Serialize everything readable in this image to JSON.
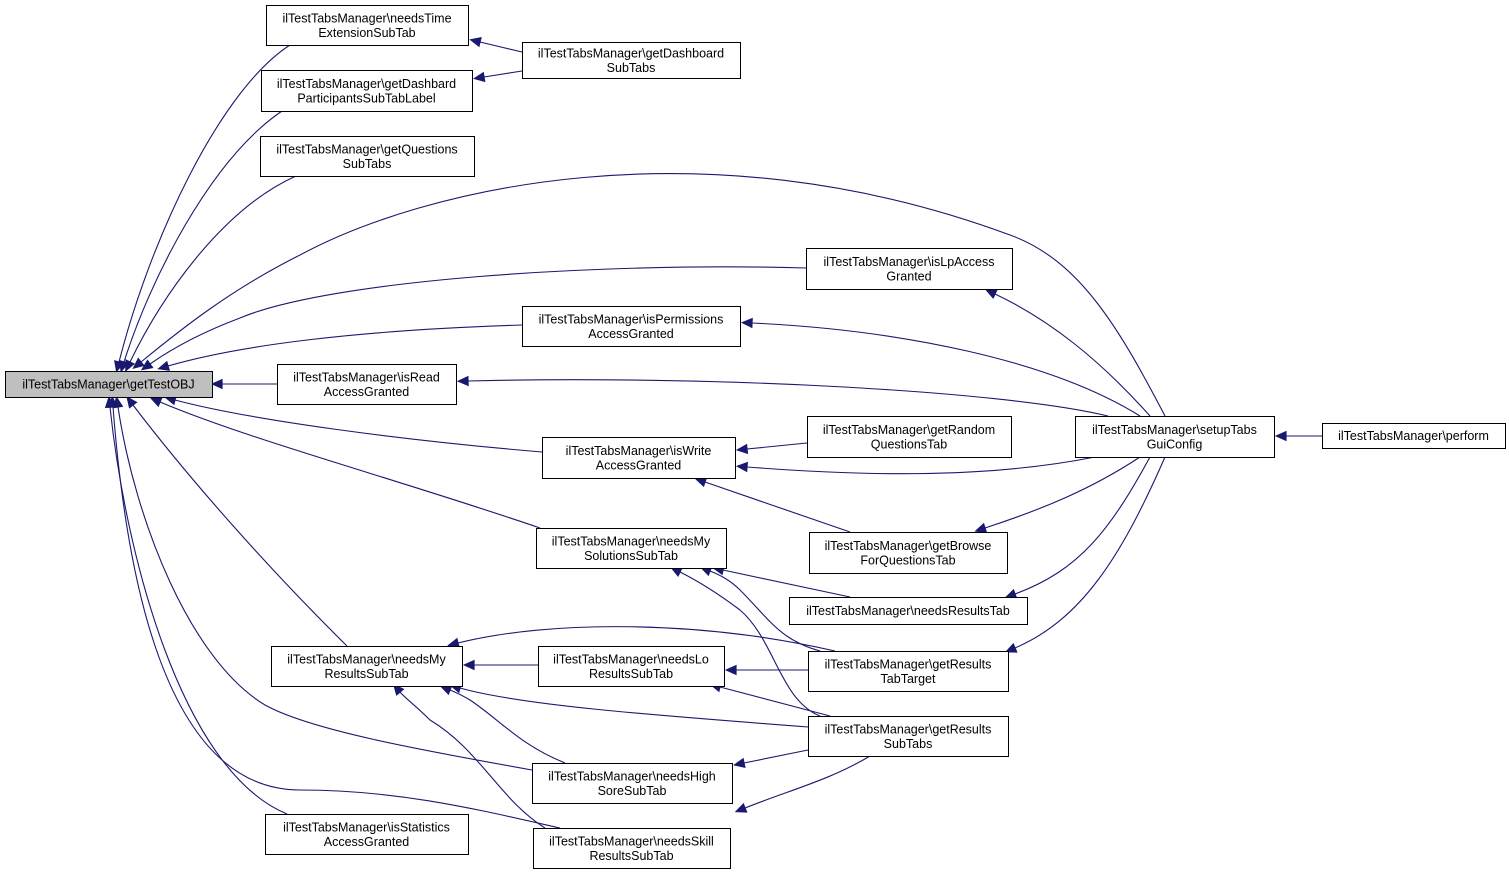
{
  "title": "ilTestTabsManager::getTestOBJ caller graph",
  "colors": {
    "edge": "#191970",
    "root_fill": "#bfbfbf",
    "node_fill": "#ffffff",
    "node_border": "#000000"
  },
  "nodes": [
    {
      "id": "getTestOBJ",
      "lines": [
        "ilTestTabsManager\\getTestOBJ"
      ],
      "root": true
    },
    {
      "id": "needsTimeExtensionSubTab",
      "lines": [
        "ilTestTabsManager\\needsTime",
        "ExtensionSubTab"
      ]
    },
    {
      "id": "getDashbardParticipantsSubTabLabel",
      "lines": [
        "ilTestTabsManager\\getDashbard",
        "ParticipantsSubTabLabel"
      ]
    },
    {
      "id": "getQuestionsSubTabs",
      "lines": [
        "ilTestTabsManager\\getQuestions",
        "SubTabs"
      ]
    },
    {
      "id": "getDashboardSubTabs",
      "lines": [
        "ilTestTabsManager\\getDashboard",
        "SubTabs"
      ]
    },
    {
      "id": "isLpAccessGranted",
      "lines": [
        "ilTestTabsManager\\isLpAccess",
        "Granted"
      ]
    },
    {
      "id": "isPermissionsAccessGranted",
      "lines": [
        "ilTestTabsManager\\isPermissions",
        "AccessGranted"
      ]
    },
    {
      "id": "isReadAccessGranted",
      "lines": [
        "ilTestTabsManager\\isRead",
        "AccessGranted"
      ]
    },
    {
      "id": "isWriteAccessGranted",
      "lines": [
        "ilTestTabsManager\\isWrite",
        "AccessGranted"
      ]
    },
    {
      "id": "getRandomQuestionsTab",
      "lines": [
        "ilTestTabsManager\\getRandom",
        "QuestionsTab"
      ]
    },
    {
      "id": "setupTabsGuiConfig",
      "lines": [
        "ilTestTabsManager\\setupTabs",
        "GuiConfig"
      ]
    },
    {
      "id": "perform",
      "lines": [
        "ilTestTabsManager\\perform"
      ]
    },
    {
      "id": "needsMySolutionsSubTab",
      "lines": [
        "ilTestTabsManager\\needsMy",
        "SolutionsSubTab"
      ]
    },
    {
      "id": "getBrowseForQuestionsTab",
      "lines": [
        "ilTestTabsManager\\getBrowse",
        "ForQuestionsTab"
      ]
    },
    {
      "id": "needsResultsTab",
      "lines": [
        "ilTestTabsManager\\needsResultsTab"
      ]
    },
    {
      "id": "needsMyResultsSubTab",
      "lines": [
        "ilTestTabsManager\\needsMy",
        "ResultsSubTab"
      ]
    },
    {
      "id": "needsLoResultsSubTab",
      "lines": [
        "ilTestTabsManager\\needsLo",
        "ResultsSubTab"
      ]
    },
    {
      "id": "getResultsTabTarget",
      "lines": [
        "ilTestTabsManager\\getResults",
        "TabTarget"
      ]
    },
    {
      "id": "getResultsSubTabs",
      "lines": [
        "ilTestTabsManager\\getResults",
        "SubTabs"
      ]
    },
    {
      "id": "needsHighSoreSubTab",
      "lines": [
        "ilTestTabsManager\\needsHigh",
        "SoreSubTab"
      ]
    },
    {
      "id": "isStatisticsAccessGranted",
      "lines": [
        "ilTestTabsManager\\isStatistics",
        "AccessGranted"
      ]
    },
    {
      "id": "needsSkillResultsSubTab",
      "lines": [
        "ilTestTabsManager\\needsSkill",
        "ResultsSubTab"
      ]
    }
  ],
  "edges": [
    {
      "from": "needsTimeExtensionSubTab",
      "to": "getTestOBJ"
    },
    {
      "from": "getDashbardParticipantsSubTabLabel",
      "to": "getTestOBJ"
    },
    {
      "from": "getQuestionsSubTabs",
      "to": "getTestOBJ"
    },
    {
      "from": "setupTabsGuiConfig",
      "to": "getTestOBJ"
    },
    {
      "from": "isLpAccessGranted",
      "to": "getTestOBJ"
    },
    {
      "from": "isPermissionsAccessGranted",
      "to": "getTestOBJ"
    },
    {
      "from": "isReadAccessGranted",
      "to": "getTestOBJ"
    },
    {
      "from": "isWriteAccessGranted",
      "to": "getTestOBJ"
    },
    {
      "from": "needsMySolutionsSubTab",
      "to": "getTestOBJ"
    },
    {
      "from": "needsMyResultsSubTab",
      "to": "getTestOBJ"
    },
    {
      "from": "needsHighSoreSubTab",
      "to": "getTestOBJ"
    },
    {
      "from": "needsSkillResultsSubTab",
      "to": "getTestOBJ"
    },
    {
      "from": "isStatisticsAccessGranted",
      "to": "getTestOBJ"
    },
    {
      "from": "getDashboardSubTabs",
      "to": "needsTimeExtensionSubTab"
    },
    {
      "from": "getDashboardSubTabs",
      "to": "getDashbardParticipantsSubTabLabel"
    },
    {
      "from": "setupTabsGuiConfig",
      "to": "isLpAccessGranted"
    },
    {
      "from": "setupTabsGuiConfig",
      "to": "isPermissionsAccessGranted"
    },
    {
      "from": "setupTabsGuiConfig",
      "to": "isReadAccessGranted"
    },
    {
      "from": "getRandomQuestionsTab",
      "to": "isWriteAccessGranted"
    },
    {
      "from": "setupTabsGuiConfig",
      "to": "isWriteAccessGranted"
    },
    {
      "from": "getBrowseForQuestionsTab",
      "to": "isWriteAccessGranted"
    },
    {
      "from": "perform",
      "to": "setupTabsGuiConfig"
    },
    {
      "from": "setupTabsGuiConfig",
      "to": "getBrowseForQuestionsTab"
    },
    {
      "from": "setupTabsGuiConfig",
      "to": "needsResultsTab"
    },
    {
      "from": "setupTabsGuiConfig",
      "to": "getResultsTabTarget"
    },
    {
      "from": "needsResultsTab",
      "to": "needsMySolutionsSubTab"
    },
    {
      "from": "getResultsTabTarget",
      "to": "needsMySolutionsSubTab"
    },
    {
      "from": "getResultsSubTabs",
      "to": "needsMySolutionsSubTab"
    },
    {
      "from": "getResultsTabTarget",
      "to": "needsMyResultsSubTab"
    },
    {
      "from": "needsLoResultsSubTab",
      "to": "needsMyResultsSubTab"
    },
    {
      "from": "getResultsSubTabs",
      "to": "needsMyResultsSubTab"
    },
    {
      "from": "needsHighSoreSubTab",
      "to": "needsMyResultsSubTab"
    },
    {
      "from": "needsSkillResultsSubTab",
      "to": "needsMyResultsSubTab"
    },
    {
      "from": "getResultsTabTarget",
      "to": "needsLoResultsSubTab"
    },
    {
      "from": "getResultsSubTabs",
      "to": "needsLoResultsSubTab"
    },
    {
      "from": "getResultsSubTabs",
      "to": "needsHighSoreSubTab"
    },
    {
      "from": "getResultsSubTabs",
      "to": "needsSkillResultsSubTab"
    }
  ]
}
